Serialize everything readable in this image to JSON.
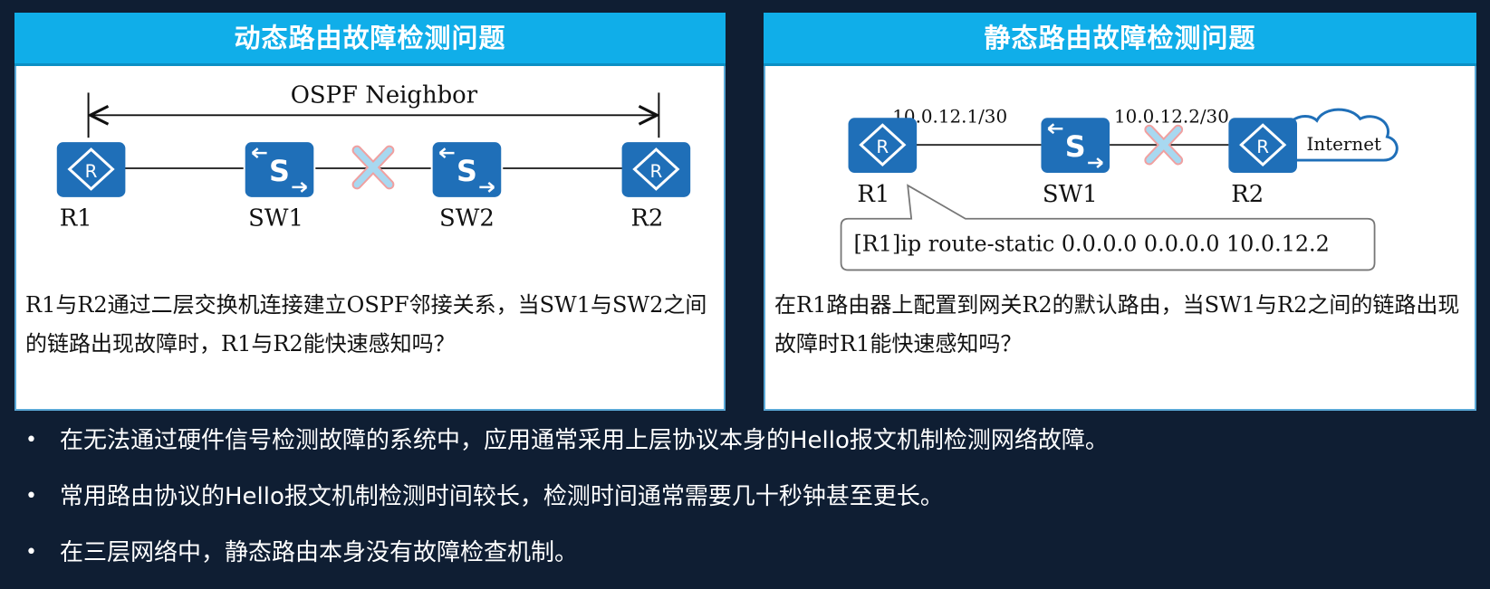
{
  "left_panel": {
    "title": "动态路由故障检测问题",
    "neighbor_label": "OSPF Neighbor",
    "nodes": {
      "r1": "R1",
      "sw1": "SW1",
      "sw2": "SW2",
      "r2": "R2"
    },
    "description": "R1与R2通过二层交换机连接建立OSPF邻接关系，当SW1与SW2之间的链路出现故障时，R1与R2能快速感知吗？"
  },
  "right_panel": {
    "title": "静态路由故障检测问题",
    "addr_left": "10.0.12.1/30",
    "addr_right": "10.0.12.2/30",
    "internet": "Internet",
    "nodes": {
      "r1": "R1",
      "sw1": "SW1",
      "r2": "R2"
    },
    "command": "[R1]ip route-static 0.0.0.0 0.0.0.0 10.0.12.2",
    "description": "在R1路由器上配置到网关R2的默认路由，当SW1与R2之间的链路出现故障时R1能快速感知吗？"
  },
  "bullets": [
    "在无法通过硬件信号检测故障的系统中，应用通常采用上层协议本身的Hello报文机制检测网络故障。",
    "常用路由协议的Hello报文机制检测时间较长，检测时间通常需要几十秒钟甚至更长。",
    "在三层网络中，静态路由本身没有故障检查机制。"
  ],
  "colors": {
    "header_bg": "#10aee9",
    "device_blue": "#1f6fb8",
    "fault_x": "#a8d8f0",
    "page_bg": "#0f1e33"
  }
}
